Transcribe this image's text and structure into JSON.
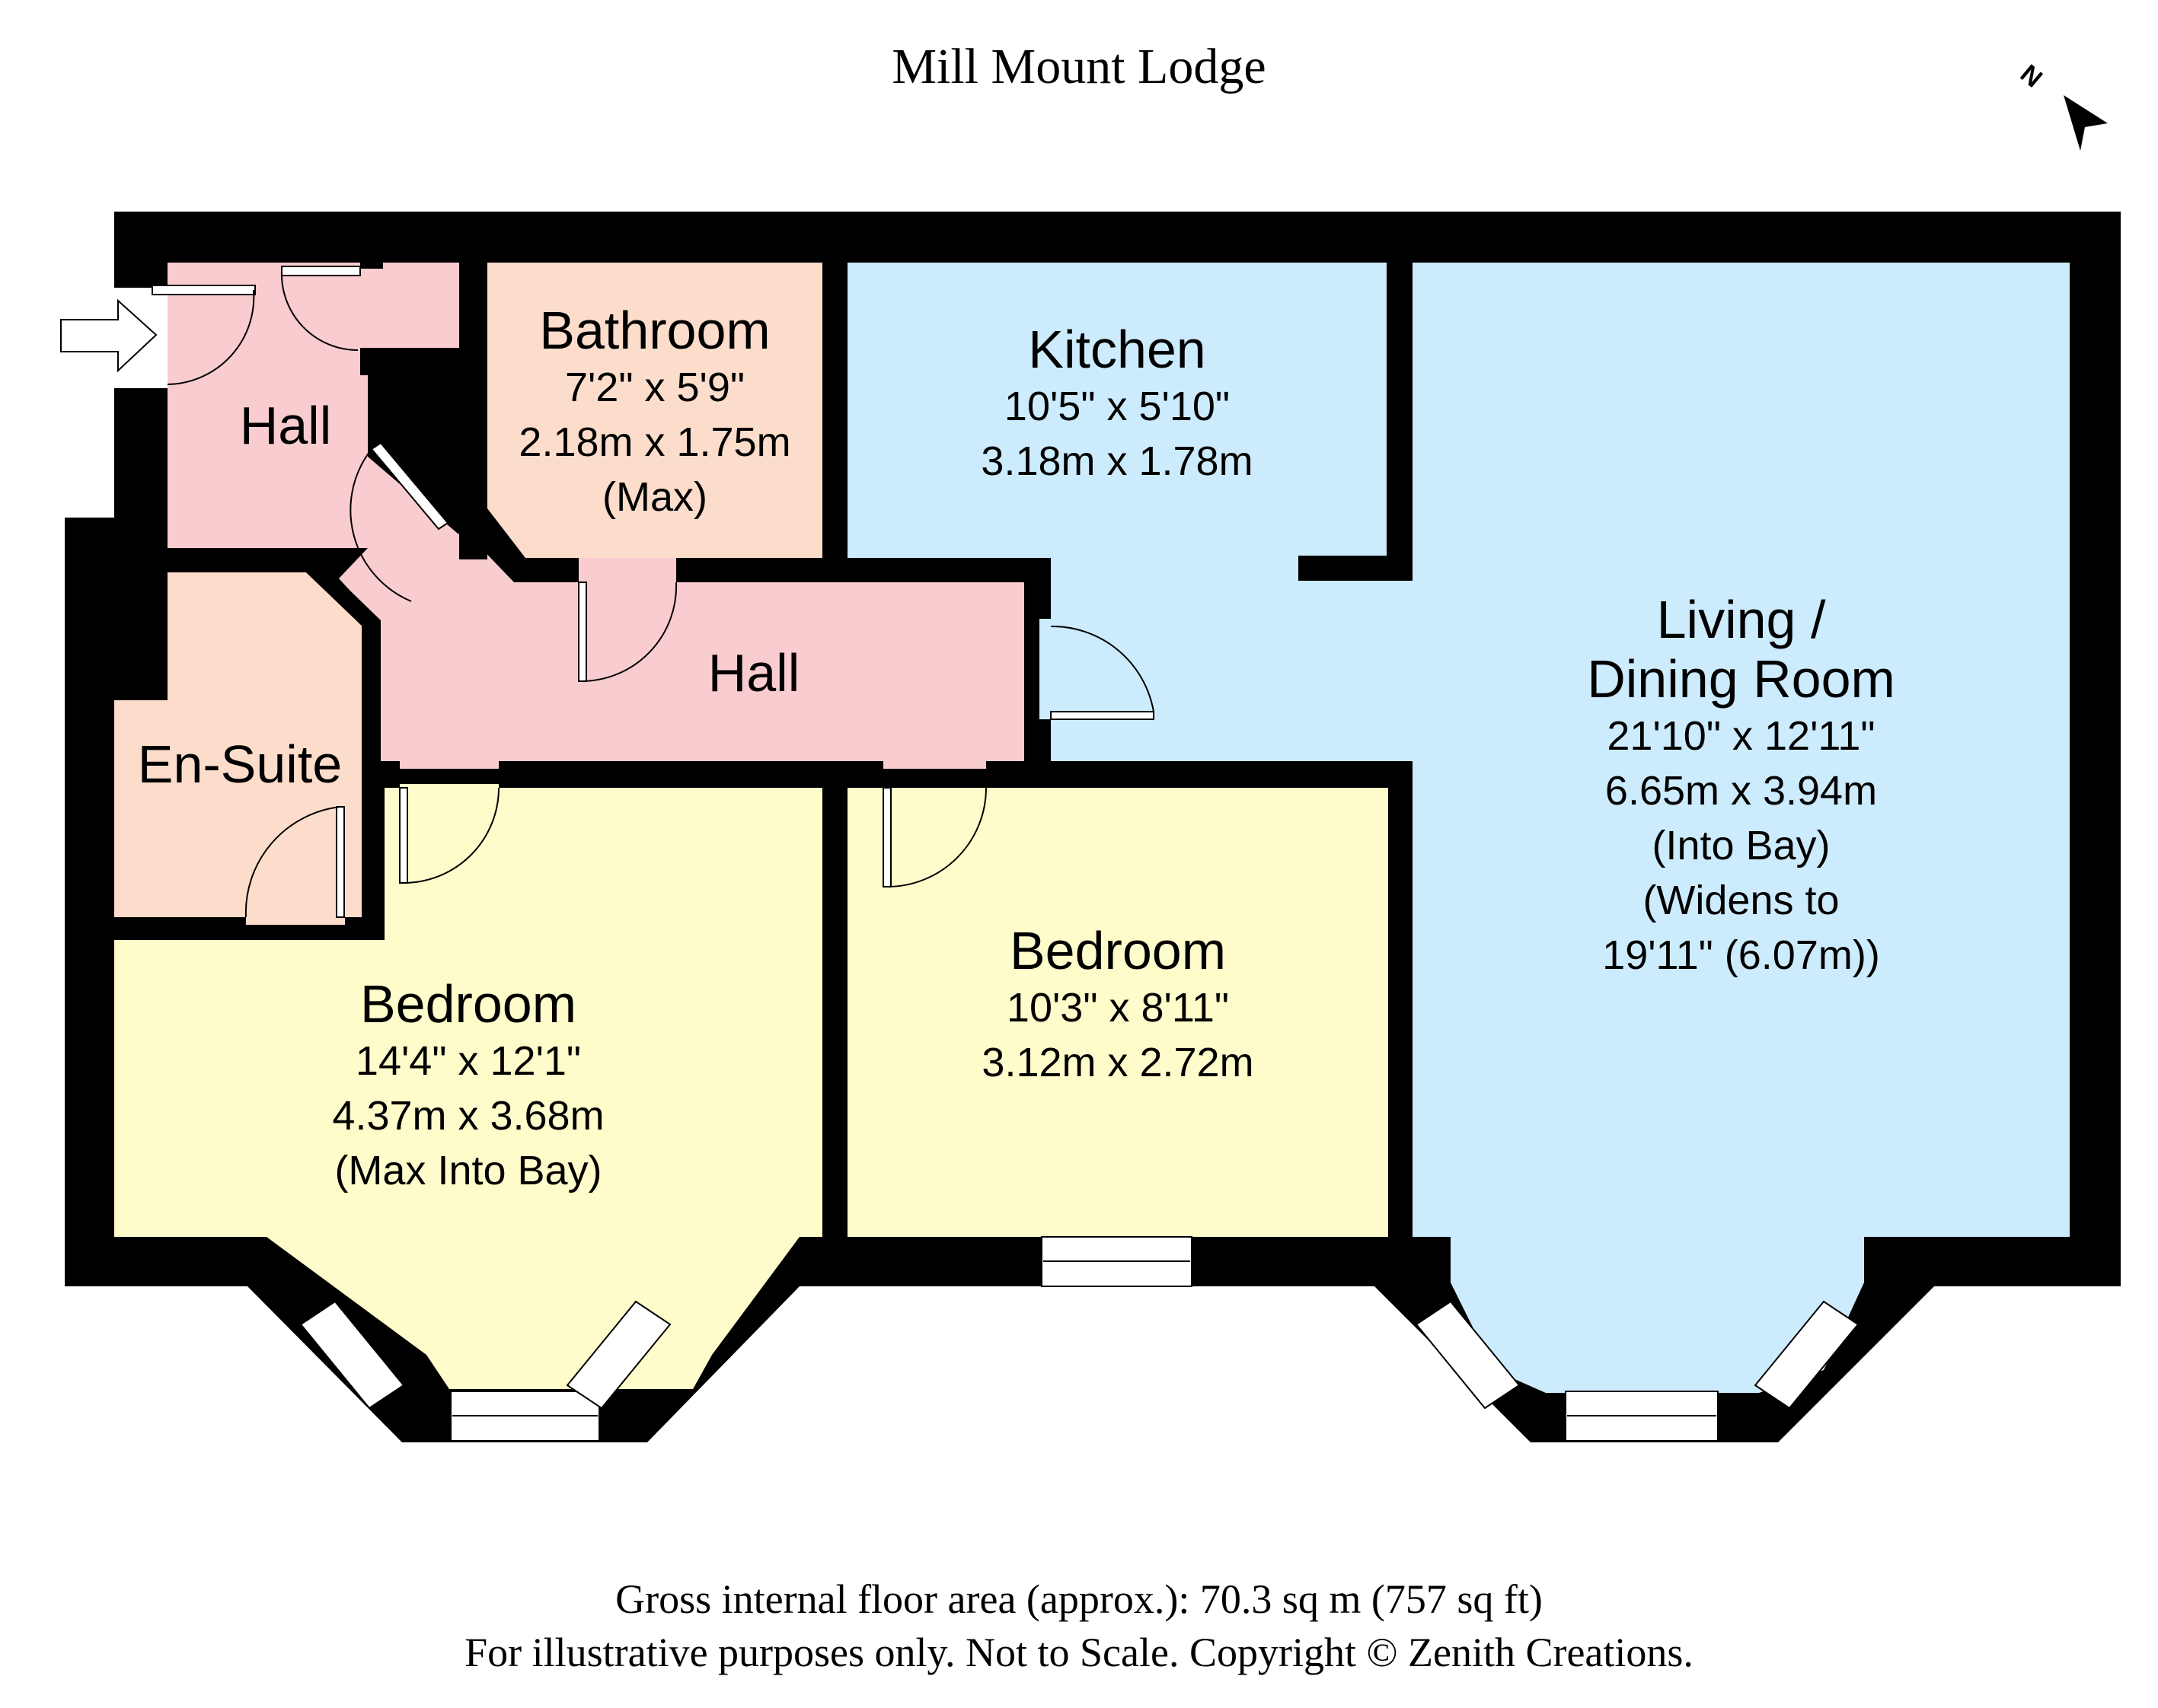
{
  "title": "Mill Mount Lodge",
  "compass": {
    "icon": "north-arrow-icon",
    "label": "N"
  },
  "colors": {
    "wall": "#000000",
    "hall": "#F9CCCF",
    "bathroom": "#FCDCCB",
    "ensuite": "#FCDCCB",
    "kitchen_living": "#CCEBFC",
    "bedroom": "#FEFCCA",
    "background": "#FFFFFF"
  },
  "entrance": {
    "icon": "entrance-arrow-icon"
  },
  "rooms": {
    "hall_upper": {
      "name": "Hall"
    },
    "hall_lower": {
      "name": "Hall"
    },
    "bathroom": {
      "name": "Bathroom",
      "dim_imperial": "7'2\" x 5'9\"",
      "dim_metric": "2.18m x 1.75m",
      "note": "(Max)"
    },
    "kitchen": {
      "name": "Kitchen",
      "dim_imperial": "10'5\" x 5'10\"",
      "dim_metric": "3.18m x 1.78m"
    },
    "living": {
      "name_line1": "Living /",
      "name_line2": "Dining Room",
      "dim_imperial": "21'10\" x 12'11\"",
      "dim_metric": "6.65m x 3.94m",
      "note1": "(Into Bay)",
      "note2": "(Widens to",
      "note3": "19'11\" (6.07m))"
    },
    "ensuite": {
      "name": "En-Suite"
    },
    "bedroom1": {
      "name": "Bedroom",
      "dim_imperial": "14'4\" x 12'1\"",
      "dim_metric": "4.37m x 3.68m",
      "note": "(Max Into Bay)"
    },
    "bedroom2": {
      "name": "Bedroom",
      "dim_imperial": "10'3\" x 8'11\"",
      "dim_metric": "3.12m x 2.72m"
    }
  },
  "footer": {
    "area": "Gross internal floor area (approx.): 70.3 sq m (757 sq ft)",
    "disclaimer": "For illustrative purposes only. Not to Scale. Copyright © Zenith Creations."
  }
}
